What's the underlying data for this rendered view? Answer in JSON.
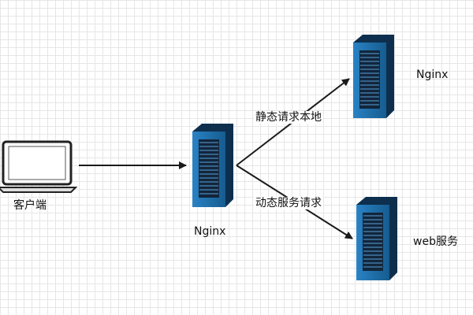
{
  "nodes": {
    "client": {
      "label": "客户端"
    },
    "nginx_proxy": {
      "label": "Nginx"
    },
    "nginx_static": {
      "label": "Nginx"
    },
    "web_service": {
      "label": "web服务"
    }
  },
  "edges": {
    "static": {
      "label": "静态请求本地"
    },
    "dynamic": {
      "label": "动态服务请求"
    }
  },
  "colors": {
    "server_fill": "#1f6fa8",
    "server_dark": "#0d2f4d",
    "server_stripe": "#12263c",
    "arrow": "#1a1a1a",
    "laptop_outline": "#222222"
  }
}
